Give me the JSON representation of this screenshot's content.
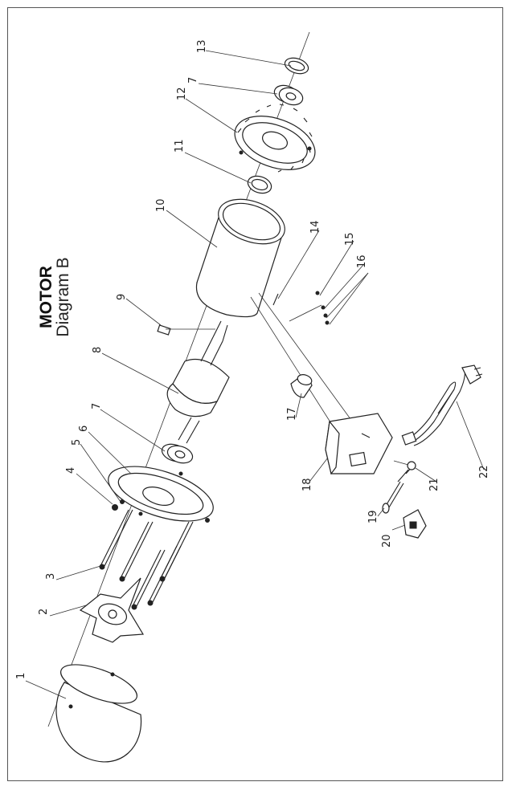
{
  "title": "MOTOR",
  "subtitle": "Diagram B",
  "part_numbers": [
    "1",
    "2",
    "3",
    "4",
    "5",
    "6",
    "7",
    "7",
    "8",
    "9",
    "10",
    "11",
    "12",
    "13",
    "14",
    "15",
    "16",
    "17",
    "18",
    "19",
    "20",
    "21",
    "22"
  ],
  "colors": {
    "line": "#222222",
    "background": "#ffffff",
    "frame": "#555555"
  }
}
